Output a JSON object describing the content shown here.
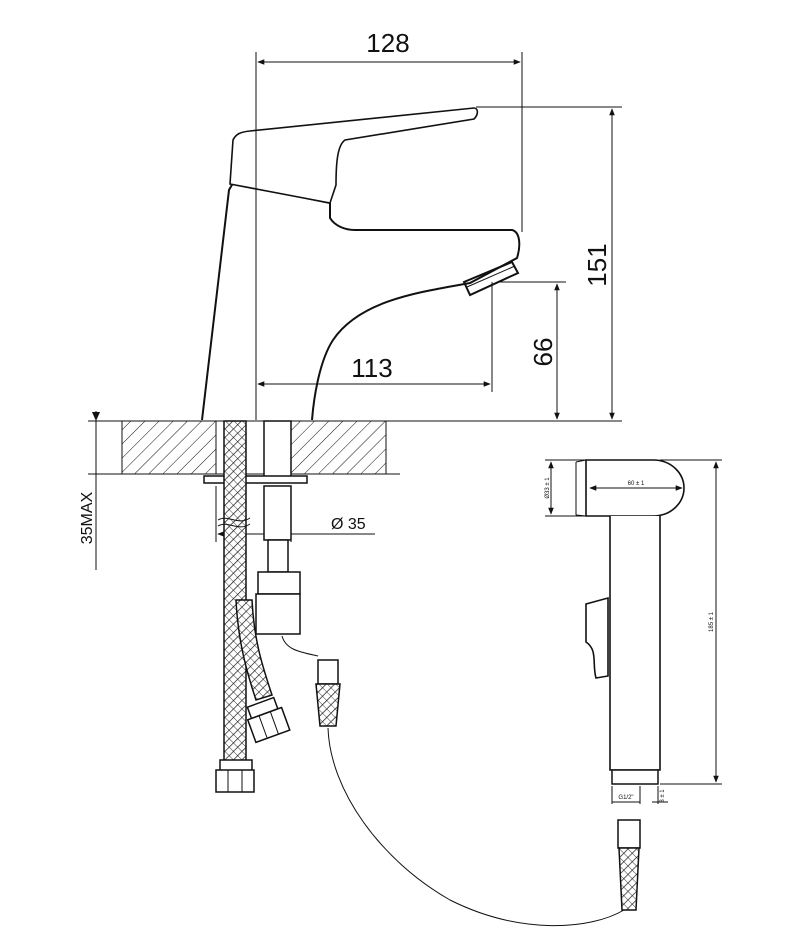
{
  "dimensions": {
    "width_128": "128",
    "height_151": "151",
    "height_66": "66",
    "reach_113": "113",
    "diameter_35": "Ø 35",
    "deck_35max": "35MAX"
  },
  "spray_dimensions": {
    "head_diameter": "Ø33 ± 1",
    "head_length": "60 ± 1",
    "total_length": "185 ± 1",
    "thread": "G1/2\"",
    "nozzle": "8 ± 1"
  },
  "colors": {
    "line": "#111111",
    "background": "#ffffff"
  }
}
